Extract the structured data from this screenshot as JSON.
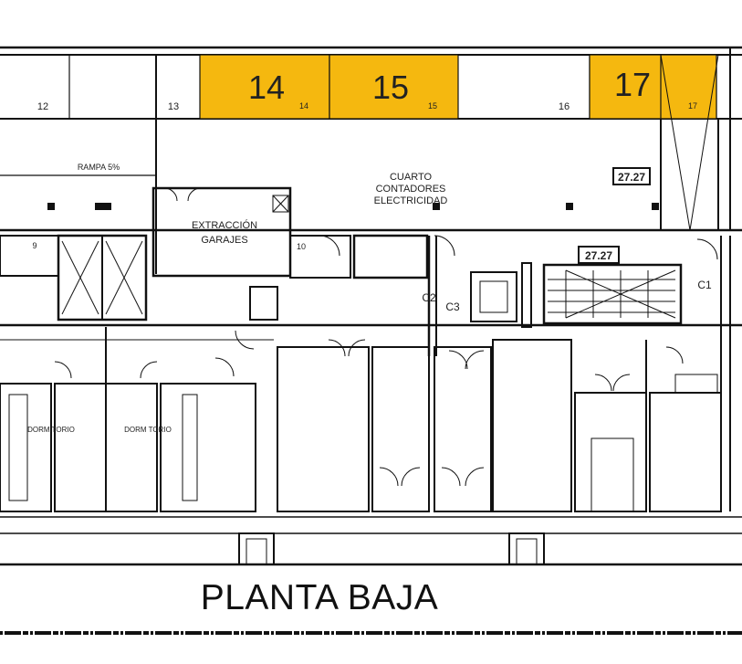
{
  "title": "PLANTA BAJA",
  "highlight_color": "#f5b80f",
  "spaces": {
    "s12": "12",
    "s13": "13",
    "s14": "14",
    "s14_small": "14",
    "s15": "15",
    "s15_small": "15",
    "s16": "16",
    "s17": "17",
    "s17_small": "17"
  },
  "labels": {
    "rampa": "RAMPA 5%",
    "cuarto_line1": "CUARTO",
    "cuarto_line2": "CONTADORES",
    "cuarto_line3": "ELECTRICIDAD",
    "level_top": "27.27",
    "level_stair": "27.27",
    "extraccion_line1": "EXTRACCIÓN",
    "extraccion_line2": "GARAJES",
    "room9": "9",
    "room10": "10",
    "c1": "C1",
    "c2": "C2",
    "c3": "C3",
    "dormitorio_a": "DORM TORIO",
    "dormitorio_b": "DORM TORIO"
  }
}
